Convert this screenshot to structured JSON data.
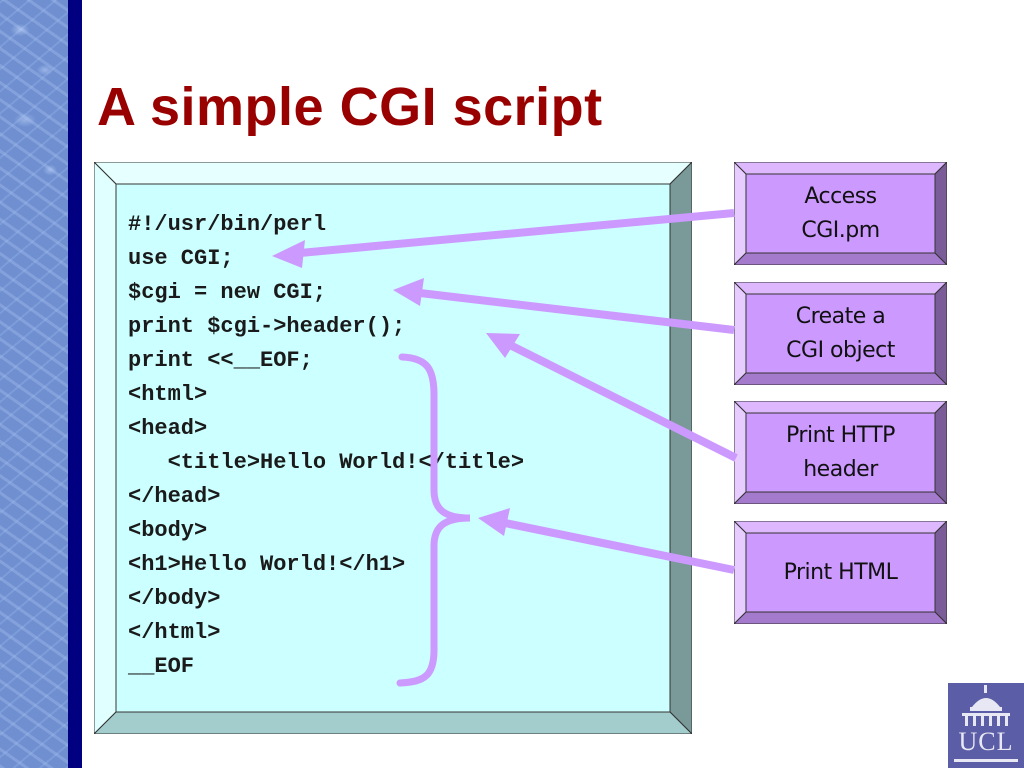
{
  "slide": {
    "title": "A simple CGI script",
    "colors": {
      "title": "#990000",
      "code_bg": "#ccffff",
      "callout_bg": "#cc99ff",
      "arrow": "#cc99ff",
      "sidebar_bar": "#000080",
      "logo_bg": "#5b5ea6"
    }
  },
  "code": {
    "lines": [
      "#!/usr/bin/perl",
      "use CGI;",
      "$cgi = new CGI;",
      "print $cgi->header();",
      "print <<__EOF;",
      "<html>",
      "<head>",
      "   <title>Hello World!</title>",
      "</head>",
      "<body>",
      "<h1>Hello World!</h1>",
      "</body>",
      "</html>",
      "__EOF"
    ]
  },
  "callouts": [
    {
      "label": "Access\nCGI.pm",
      "points_to": "use CGI;"
    },
    {
      "label": "Create a\nCGI object",
      "points_to": "$cgi = new CGI;"
    },
    {
      "label": "Print HTTP\nheader",
      "points_to": "print $cgi->header();"
    },
    {
      "label": "Print HTML",
      "points_to": "heredoc block"
    }
  ],
  "logo": {
    "text": "UCL",
    "icon": "dome-building-icon"
  }
}
